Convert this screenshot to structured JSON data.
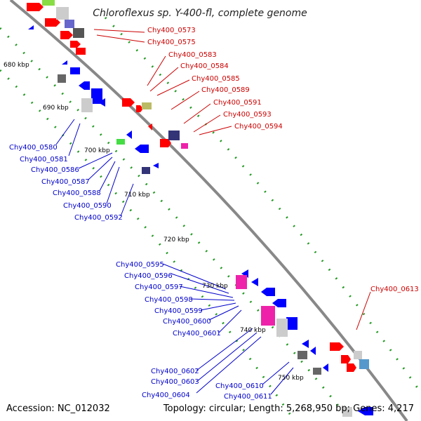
{
  "title": "Chloroflexus sp. Y-400-fl, complete genome",
  "footer": {
    "accession": "Accession: NC_012032",
    "topology": "Topology: circular; Length: 5,268,950 bp; Genes: 4,217"
  },
  "kbp_ticks": [
    "680 kbp",
    "690 kbp",
    "700 kbp",
    "710 kbp",
    "720 kbp",
    "730 kbp",
    "740 kbp",
    "750 kbp"
  ],
  "red_labels": [
    "Chy400_0573",
    "Chy400_0575",
    "Chy400_0583",
    "Chy400_0584",
    "Chy400_0585",
    "Chy400_0589",
    "Chy400_0591",
    "Chy400_0593",
    "Chy400_0594",
    "Chy400_0613"
  ],
  "blue_labels": [
    "Chy400_0580",
    "Chy400_0581",
    "Chy400_0586",
    "Chy400_0587",
    "Chy400_0588",
    "Chy400_0590",
    "Chy400_0592",
    "Chy400_0595",
    "Chy400_0596",
    "Chy400_0597",
    "Chy400_0598",
    "Chy400_0599",
    "Chy400_0600",
    "Chy400_0601",
    "Chy400_0602",
    "Chy400_0603",
    "Chy400_0604",
    "Chy400_0610",
    "Chy400_0611"
  ],
  "colors": {
    "forward_gene": "#ff0000",
    "reverse_gene": "#0000ff",
    "backbone": "#888888",
    "gc_dots": "#229922",
    "red_label": "#cc0000",
    "blue_label": "#0000cc"
  }
}
